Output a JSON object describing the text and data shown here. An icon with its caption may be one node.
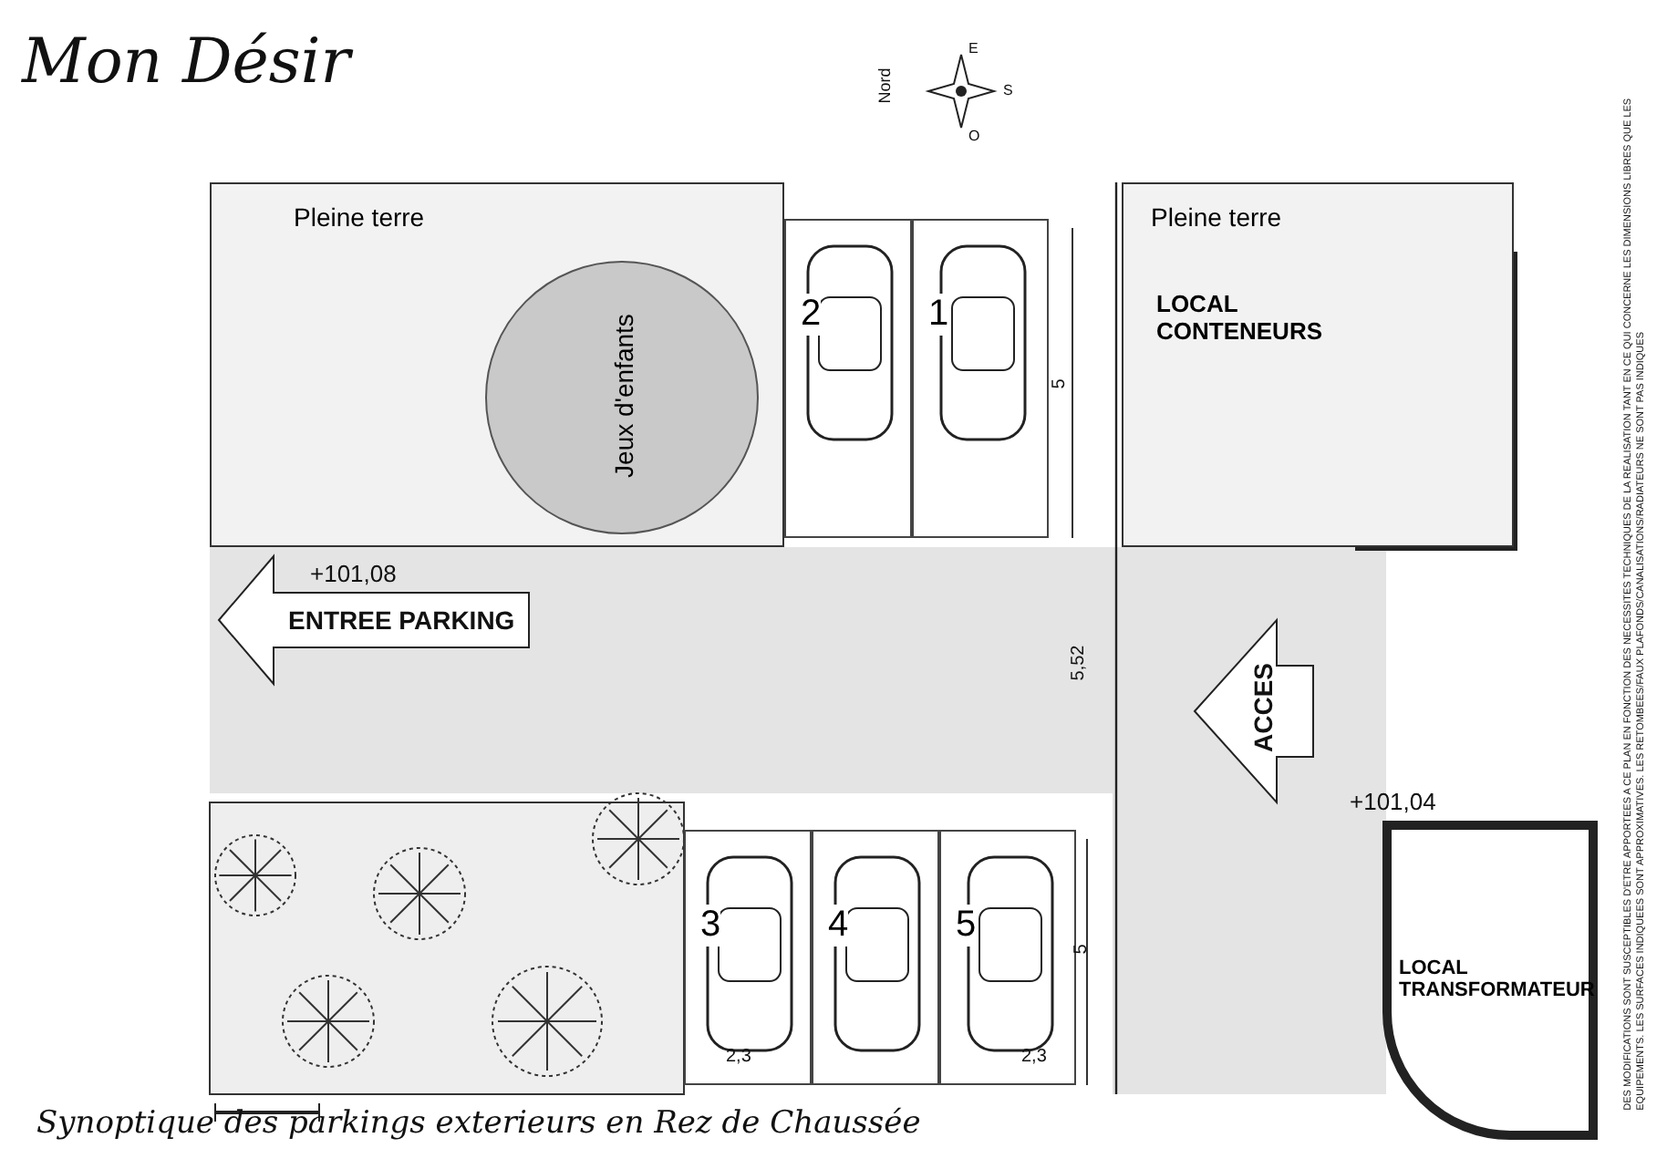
{
  "diagram": {
    "title": "Mon Désir",
    "caption": "Synoptique des parkings exterieurs en Rez de Chaussée",
    "nodes": [
      {
        "text": [
          "Pleine terre"
        ]
      },
      {
        "text": [
          "Jeux d'enfants"
        ],
        "in": 0
      },
      {
        "text": [
          "2"
        ]
      },
      {
        "text": [
          "1"
        ]
      },
      {
        "text": [
          "Pleine terre",
          "LOCAL CONTENEURS"
        ]
      },
      {
        "text": [
          "3"
        ]
      },
      {
        "text": [
          "4"
        ]
      },
      {
        "text": [
          "5"
        ]
      },
      {
        "text": [
          "LOCAL TRANSFORMATEUR"
        ]
      }
    ],
    "edges": [],
    "labels": [
      "Nord",
      "E",
      "S",
      "O",
      "5",
      "+101,08",
      "ENTREE PARKING",
      "5,52",
      "ACCES",
      "+101,04",
      "5",
      "2,3",
      "2,3",
      "DES MODIFICATIONS SONT SUSCEPTIBLES D'ETRE APPORTEES A CE PLAN EN FONCTION DES NECESSITES TECHNIQUES DE LA REALISATION TANT EN CE QUI CONCERNE LES DIMENSIONS LIBRES QUE LES EQUIPEMENTS. LES SURFACES INDIQUEES SONT APPROXIMATIVES. LES RETOMBEES/FAUX PLAFONDS/CANALISATIONS/RADIATEURS NE SONT PAS INDIQUES"
    ]
  }
}
